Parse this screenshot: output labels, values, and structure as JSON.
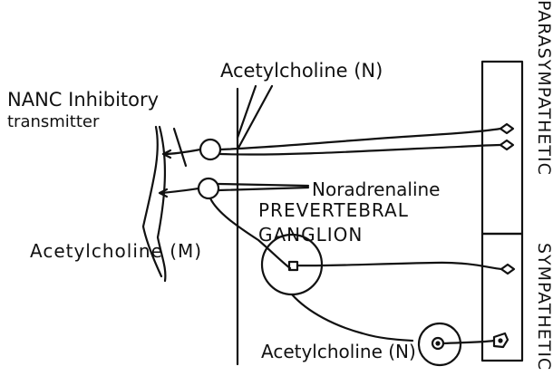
{
  "labels": {
    "ach_n_top": "Acetylcholine (N)",
    "nanc_line1": "NANC Inhibitory",
    "nanc_line2": "transmitter",
    "noradrenaline": "Noradrenaline",
    "prevertebral": "PREVERTEBRAL",
    "ganglion": "GANGLION",
    "ach_m": "Acetylcholine (M)",
    "ach_n_bottom": "Acetylcholine (N)",
    "parasympathetic": "PARASYMPATHETIC",
    "sympathetic": "SYMPATHETIC"
  },
  "colors": {
    "ink": "#111111",
    "background": "#ffffff"
  }
}
